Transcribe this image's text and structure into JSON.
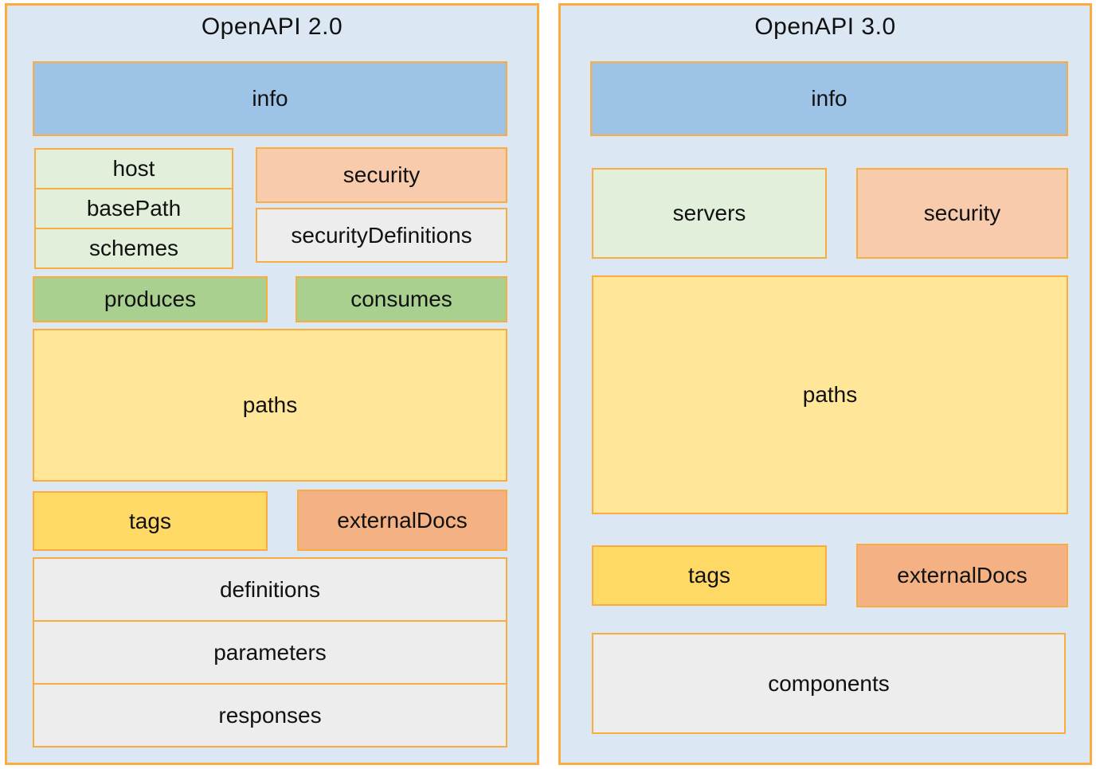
{
  "colors": {
    "panel_bg": "#dbe7f3",
    "border": "#fbac3e",
    "info_fill": "#9dc3e6",
    "pale_green": "#e2efda",
    "peach": "#f8cbad",
    "gray": "#ededed",
    "mid_green": "#a9d08e",
    "light_yellow": "#ffe699",
    "gold": "#ffd966",
    "orange": "#f4b183",
    "text": "#111111"
  },
  "left": {
    "title": "OpenAPI 2.0",
    "boxes": {
      "info": "info",
      "host": "host",
      "basePath": "basePath",
      "schemes": "schemes",
      "security": "security",
      "securityDefinitions": "securityDefinitions",
      "produces": "produces",
      "consumes": "consumes",
      "paths": "paths",
      "tags": "tags",
      "externalDocs": "externalDocs",
      "definitions": "definitions",
      "parameters": "parameters",
      "responses": "responses"
    }
  },
  "right": {
    "title": "OpenAPI 3.0",
    "boxes": {
      "info": "info",
      "servers": "servers",
      "security": "security",
      "paths": "paths",
      "tags": "tags",
      "externalDocs": "externalDocs",
      "components": "components"
    }
  }
}
